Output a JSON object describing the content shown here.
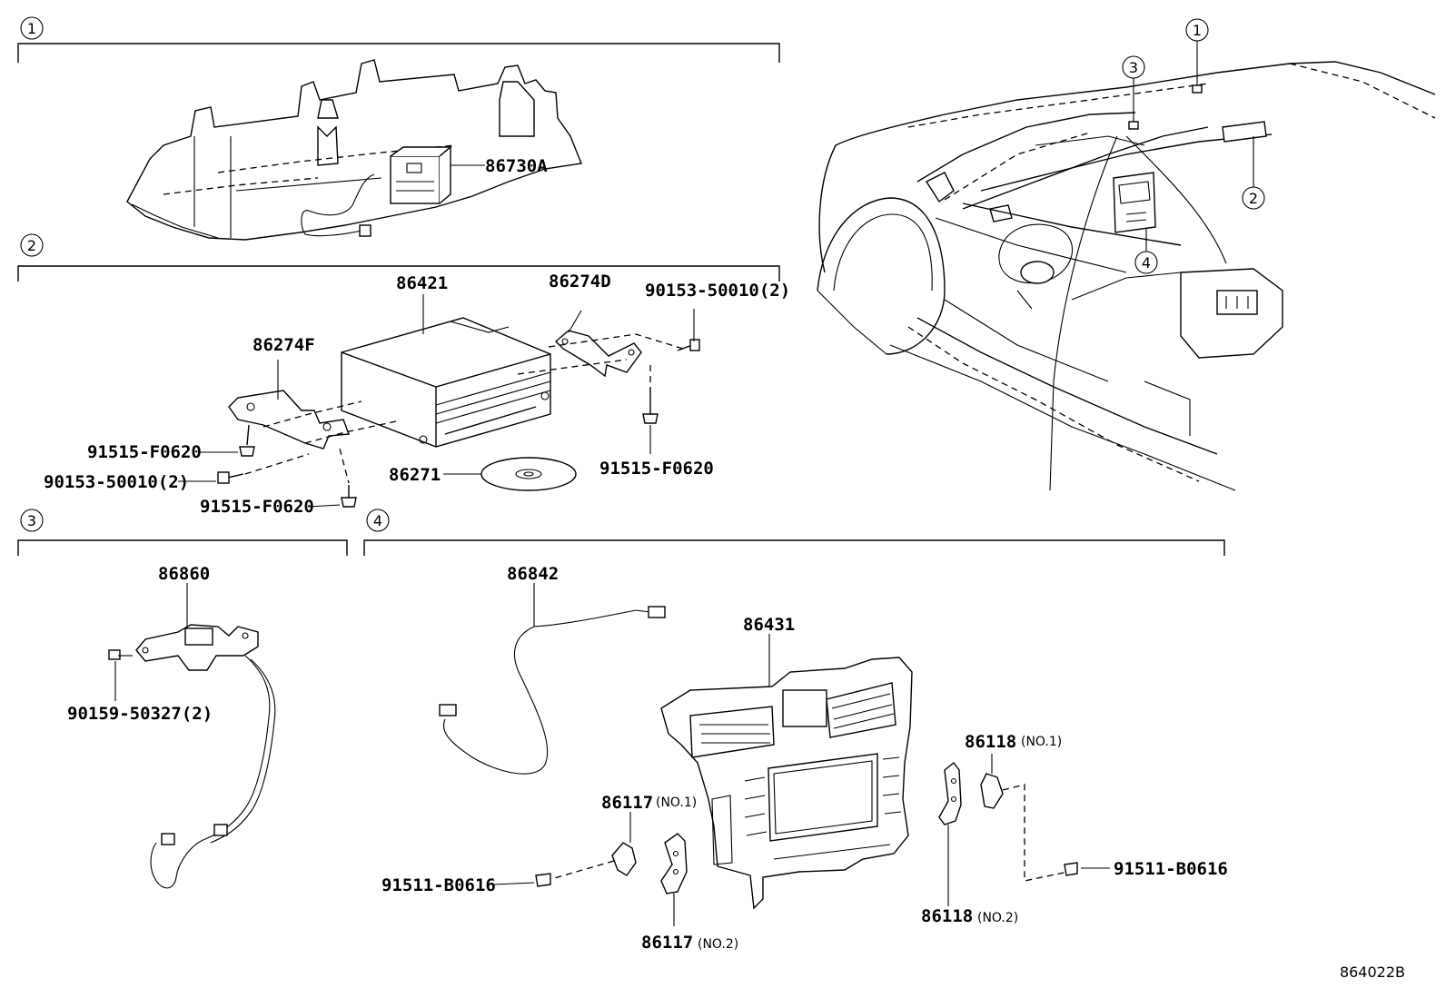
{
  "sections": [
    {
      "id": "1",
      "label": "1"
    },
    {
      "id": "2",
      "label": "2"
    },
    {
      "id": "3",
      "label": "3"
    },
    {
      "id": "4",
      "label": "4"
    }
  ],
  "locator_markers": [
    "1",
    "2",
    "3",
    "4"
  ],
  "parts": {
    "p86730A": "86730A",
    "p86421": "86421",
    "p86274D": "86274D",
    "p86274F": "86274F",
    "p90153_top": "90153-50010(2)",
    "p91515_a": "91515-F0620",
    "p90153_left": "90153-50010(2)",
    "p91515_b": "91515-F0620",
    "p86271": "86271",
    "p91515_c": "91515-F0620",
    "p86860": "86860",
    "p90159": "90159-50327(2)",
    "p86842": "86842",
    "p86431": "86431",
    "p86118_1": "86118",
    "p86118_1_note": "(NO.1)",
    "p86117_1": "86117",
    "p86117_1_note": "(NO.1)",
    "p91511_left": "91511-B0616",
    "p91511_right": "91511-B0616",
    "p86117_2": "86117",
    "p86117_2_note": "(NO.2)",
    "p86118_2": "86118",
    "p86118_2_note": "(NO.2)"
  },
  "diagram_code": "864022B"
}
